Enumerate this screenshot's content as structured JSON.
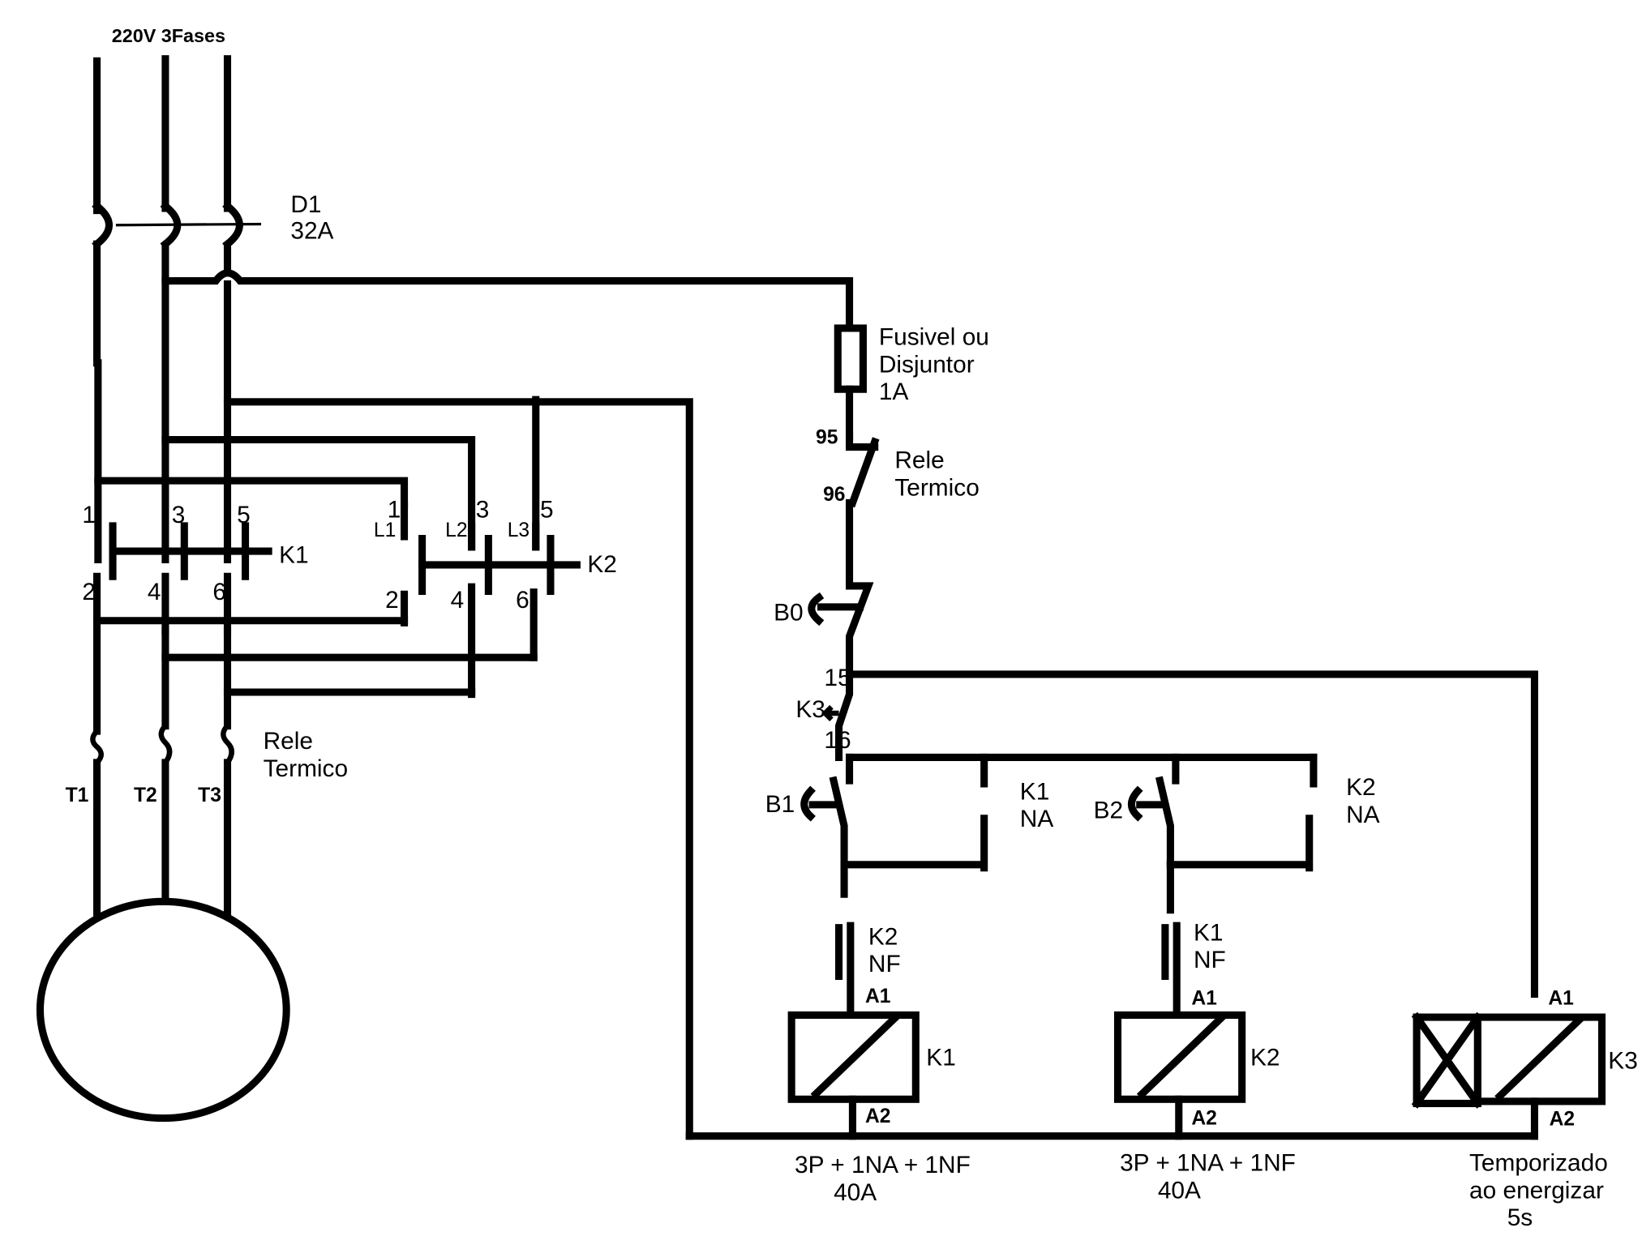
{
  "supply": {
    "label": "220V 3Fases"
  },
  "breaker": {
    "name": "D1",
    "rating": "32A"
  },
  "power_terminals": {
    "t1": "1",
    "t3": "3",
    "t5": "5",
    "t2": "2",
    "t4": "4",
    "t6": "6"
  },
  "k1_power": {
    "name": "K1"
  },
  "k2_power": {
    "name": "K2",
    "in1": "1",
    "in3": "3",
    "in5": "5",
    "l1": "L1",
    "l2": "L2",
    "l3": "L3",
    "out2": "2",
    "out4": "4",
    "out6": "6"
  },
  "power_relay": {
    "line1": "Rele",
    "line2": "Termico"
  },
  "motor_terminals": {
    "t1": "T1",
    "t2": "T2",
    "t3": "T3"
  },
  "control_fuse": {
    "line1": "Fusivel ou",
    "line2": "Disjuntor",
    "line3": "1A"
  },
  "control_relay": {
    "line1": "Rele",
    "line2": "Termico",
    "term_95": "95",
    "term_96": "96"
  },
  "buttons": {
    "stop": "B0",
    "b1": "B1",
    "b2": "B2"
  },
  "k3_contact": {
    "name": "K3",
    "term_15": "15",
    "term_16": "16"
  },
  "aux_contacts": {
    "k1_na": {
      "name": "K1",
      "type": "NA"
    },
    "k2_na": {
      "name": "K2",
      "type": "NA"
    },
    "k2_nf": {
      "name": "K2",
      "type": "NF"
    },
    "k1_nf": {
      "name": "K1",
      "type": "NF"
    }
  },
  "coils": {
    "k1": {
      "name": "K1",
      "a1": "A1",
      "a2": "A2",
      "spec1": "3P + 1NA + 1NF",
      "spec2": "40A"
    },
    "k2": {
      "name": "K2",
      "a1": "A1",
      "a2": "A2",
      "spec1": "3P + 1NA + 1NF",
      "spec2": "40A"
    },
    "k3": {
      "name": "K3",
      "a1": "A1",
      "a2": "A2",
      "spec1": "Temporizado",
      "spec2": "ao energizar",
      "spec3": "5s"
    }
  }
}
